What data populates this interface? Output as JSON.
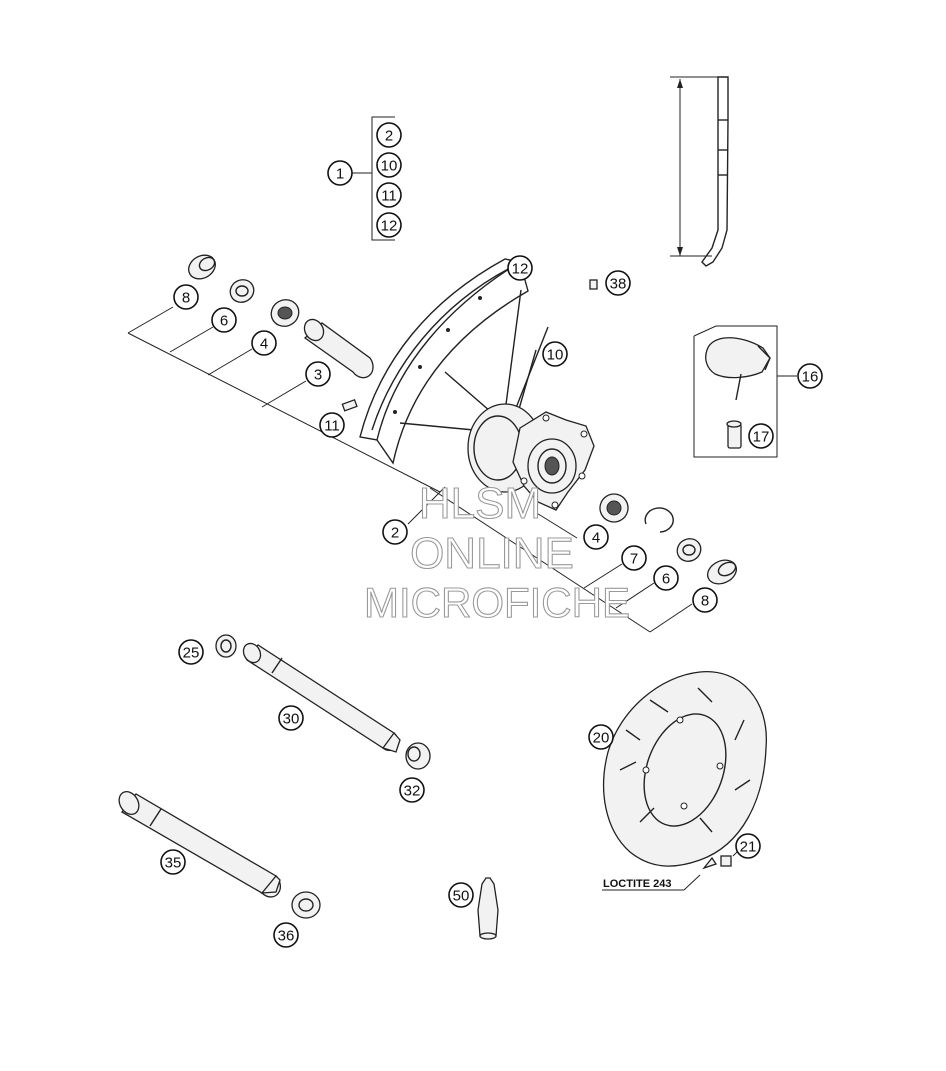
{
  "callouts": {
    "c1": "1",
    "c2": "2",
    "c10": "10",
    "c11": "11",
    "c12": "12",
    "c12b": "12",
    "c38": "38",
    "c8a": "8",
    "c6a": "6",
    "c4a": "4",
    "c3": "3",
    "c10b": "10",
    "c11b": "11",
    "c16": "16",
    "c17": "17",
    "c2b": "2",
    "c4b": "4",
    "c7": "7",
    "c6b": "6",
    "c8b": "8",
    "c25": "25",
    "c30": "30",
    "c32": "32",
    "c20": "20",
    "c21": "21",
    "c35": "35",
    "c36": "36",
    "c50": "50"
  },
  "note_loctite": "LOCTITE 243",
  "watermark": {
    "line1": "HLSM",
    "line2": "ONLINE",
    "line3": "MICROFICHE"
  }
}
